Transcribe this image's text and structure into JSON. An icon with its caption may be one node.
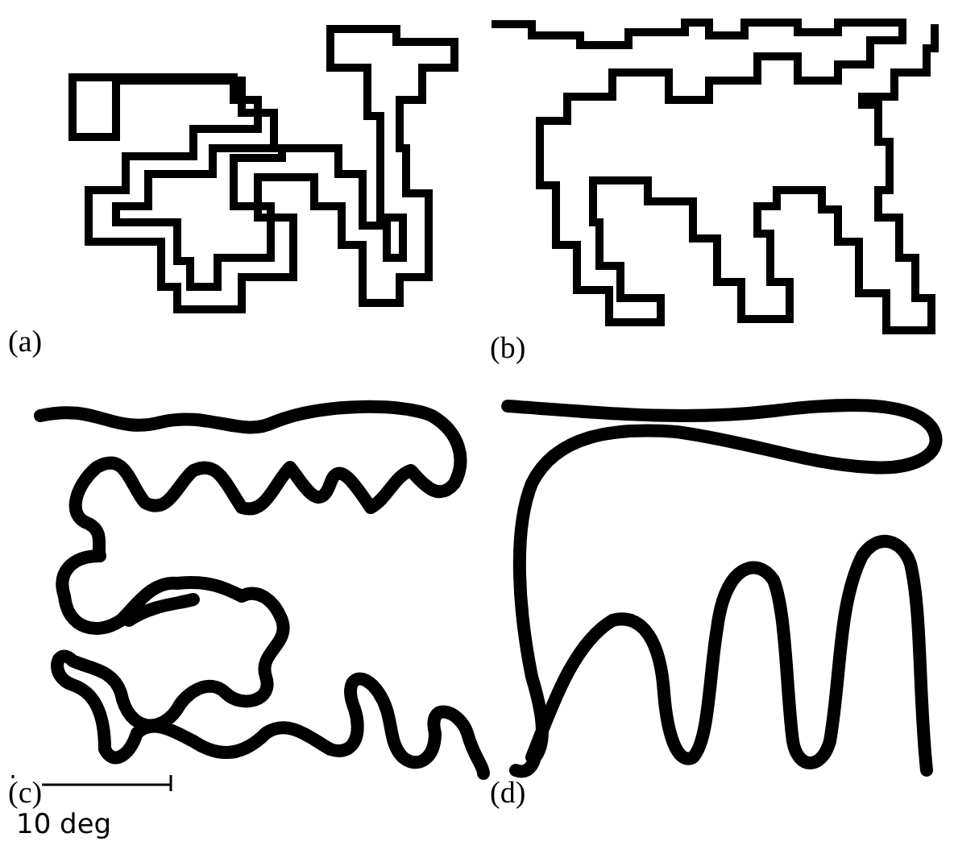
{
  "diagram": {
    "labels": [
      "(a)",
      "(b)",
      "(c)",
      "(d)",
      "10 deg"
    ]
  }
}
